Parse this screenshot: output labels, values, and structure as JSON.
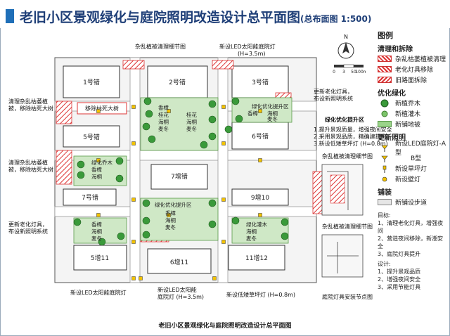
{
  "title": {
    "main": "老旧小区景观绿化与庭院照明改造设计总平面图",
    "sub": "(总布面图 1:500)"
  },
  "north": "N",
  "scale_labels": [
    "0",
    "3",
    "50",
    "100m"
  ],
  "buildings": [
    "1号错",
    "2号错",
    "3号错",
    "5号错",
    "6号错",
    "7号错",
    "7增错",
    "9增10",
    "5增11",
    "6增11",
    "11增12"
  ],
  "plaza_labels": {
    "remove_tree": "移除枯死大树",
    "green_up_top": "绿化优化提升区",
    "green_up_mid": "绿化优化提升区"
  },
  "plant_lists": {
    "mid_top_left": [
      "香樟",
      "桂花",
      "海桐",
      "麦冬"
    ],
    "mid_top_right": [
      "桂花",
      "海桐",
      "麦冬"
    ],
    "left_mid": [
      "绿化乔木",
      "香樟",
      "海桐"
    ],
    "right_top": [
      "绿化优化提升区",
      "香樟",
      "海桐",
      "麦冬"
    ],
    "center_low": [
      "香樟",
      "海桐",
      "麦冬"
    ],
    "left_low": [
      "香樟",
      "海桐",
      "麦冬"
    ],
    "right_low": [
      "绿化灌木",
      "海桐",
      "麦冬"
    ]
  },
  "callouts": {
    "top_clear": "杂乱植被清理细节图",
    "top_lamp": "新设LED太阳能庭院灯",
    "top_lamp_h": "(H=3.5m)",
    "left1a": "清理杂乱枯萎植",
    "left1b": "被，移除枯死大树",
    "left2a": "清理杂乱枯萎植",
    "left2b": "被，移除枯死大树",
    "left3a": "更新老化灯具，",
    "left3b": "布设新照明系统",
    "right1a": "更新老化灯具，",
    "right1b": "布设新照明系统",
    "right_green": "绿化优化提升区",
    "right_list": [
      "1.提升景观质量，增强夜间安全",
      "2.采用景观品质，精确建提升",
      "3.新设低矮草坪灯 (H=0.8m)"
    ],
    "detail1": "杂乱植被清理细节图",
    "detail2": "杂乱植被清理细节图",
    "detail3": "庭院灯具安装节点图",
    "bottom1": "新设LED太阳能庭院灯",
    "bottom2a": "新设LED太阳能",
    "bottom2b": "庭院灯  (H=3.5m)",
    "bottom3": "新设低矮草坪灯 (H=0.8m)"
  },
  "legend": {
    "heading": "图例",
    "sec_clear": "清理和拆除",
    "clear_items": [
      "杂乱枯萎植被清理",
      "老化灯具移除",
      "旧路面拆除"
    ],
    "sec_green": "优化绿化",
    "green_items": [
      "新植乔木",
      "新植灌木",
      "新铺地被"
    ],
    "sec_light": "更新照明",
    "light_items": [
      "新设LED庭院灯-A型",
      "B型",
      "新设草坪灯",
      "新设壁灯"
    ],
    "sec_pave": "铺装",
    "pave_items": [
      "新铺设步道"
    ],
    "goals_title": "目标:",
    "goals": [
      "1、清理老化灯具，增强夜间",
      "2、营造夜间移除，新潮安全",
      "3、庭院灯具提升"
    ],
    "design_title": "设计:",
    "design": [
      "1、提升景观品质",
      "2、增强夜间安全",
      "3、采用节能灯具"
    ]
  },
  "bottom_caption": "老旧小区景观绿化与庭院照明改造设计总平面图",
  "colors": {
    "title_blue": "#1f3f78",
    "hatch_red": "#d33",
    "tree_green": "#3a9a3a",
    "lamp_yellow": "#f2c200",
    "road": "#e6e6e6"
  }
}
